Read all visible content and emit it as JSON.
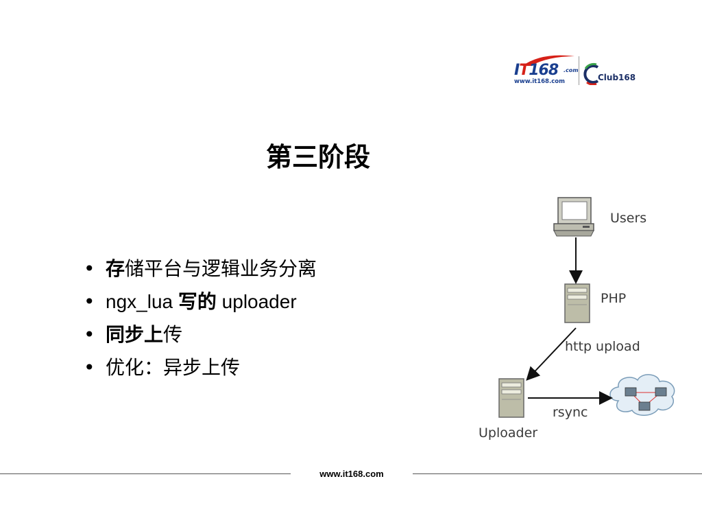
{
  "logo": {
    "brand_left": "IT168",
    "brand_left_suffix": ".com",
    "brand_left_url": "www.it168.com",
    "brand_right": "Club168",
    "colors": {
      "blue": "#1a3f8f",
      "red": "#d62118"
    }
  },
  "slide": {
    "title": "第三阶段",
    "bullets": [
      {
        "parts": [
          {
            "text": "存",
            "bold": true
          },
          {
            "text": "储平台与逻辑业务分离",
            "bold": false
          }
        ]
      },
      {
        "parts": [
          {
            "text": "ngx_lua ",
            "bold": false
          },
          {
            "text": "写的",
            "bold": true
          },
          {
            "text": " uploader",
            "bold": false
          }
        ]
      },
      {
        "parts": [
          {
            "text": "同步上",
            "bold": true
          },
          {
            "text": "传",
            "bold": false
          }
        ]
      },
      {
        "parts": [
          {
            "text": "优化：异步上传",
            "bold": false
          }
        ]
      }
    ],
    "bullet_symbol": "•"
  },
  "diagram": {
    "nodes": {
      "users": "Users",
      "php": "PHP",
      "uploader": "Uploader"
    },
    "edges": {
      "http_upload": "http upload",
      "rsync": "rsync"
    },
    "icons": [
      "desktop-computer-icon",
      "server-tower-icon",
      "server-tower-icon",
      "network-cloud-icon"
    ]
  },
  "footer": {
    "url": "www.it168.com"
  }
}
